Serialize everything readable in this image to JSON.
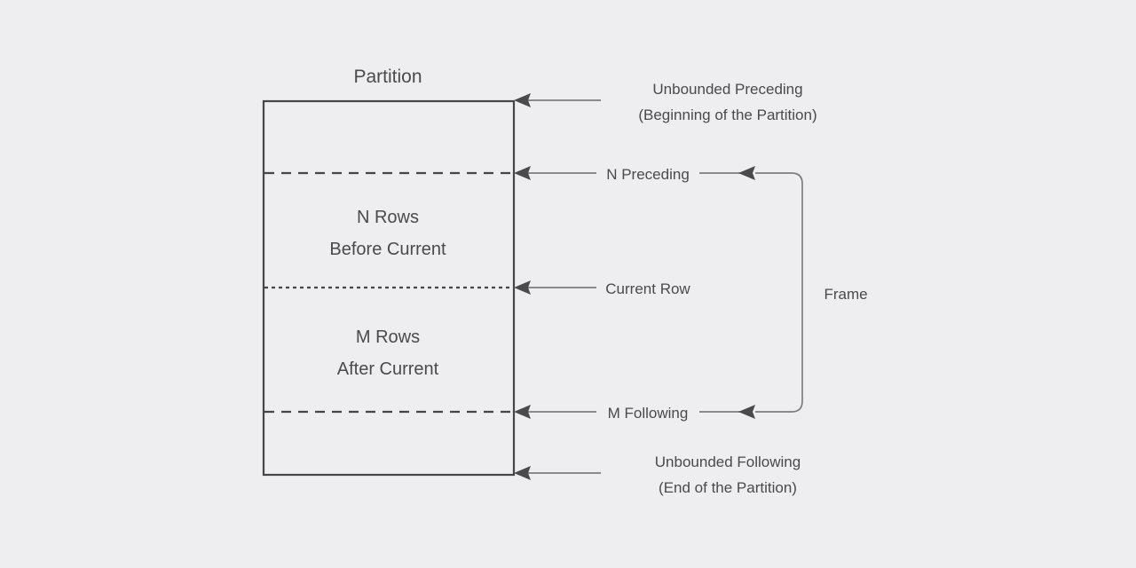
{
  "diagram": {
    "title": "Partition",
    "background_color": "#eeeef0",
    "line_color": "#46464a",
    "connector_color": "#7d7d80",
    "text_color": "#4a4a4d",
    "regions": [
      {
        "line1": "N Rows",
        "line2": "Before Current"
      },
      {
        "line1": "M Rows",
        "line2": "After Current"
      }
    ],
    "boundaries": [
      {
        "name": "unbounded-preceding",
        "line1": "Unbounded Preceding",
        "line2": "(Beginning of the Partition)"
      },
      {
        "name": "n-preceding",
        "label": "N Preceding"
      },
      {
        "name": "current-row",
        "label": "Current Row"
      },
      {
        "name": "m-following",
        "label": "M Following"
      },
      {
        "name": "unbounded-following",
        "line1": "Unbounded Following",
        "line2": "(End of the Partition)"
      }
    ],
    "frame_label": "Frame"
  }
}
